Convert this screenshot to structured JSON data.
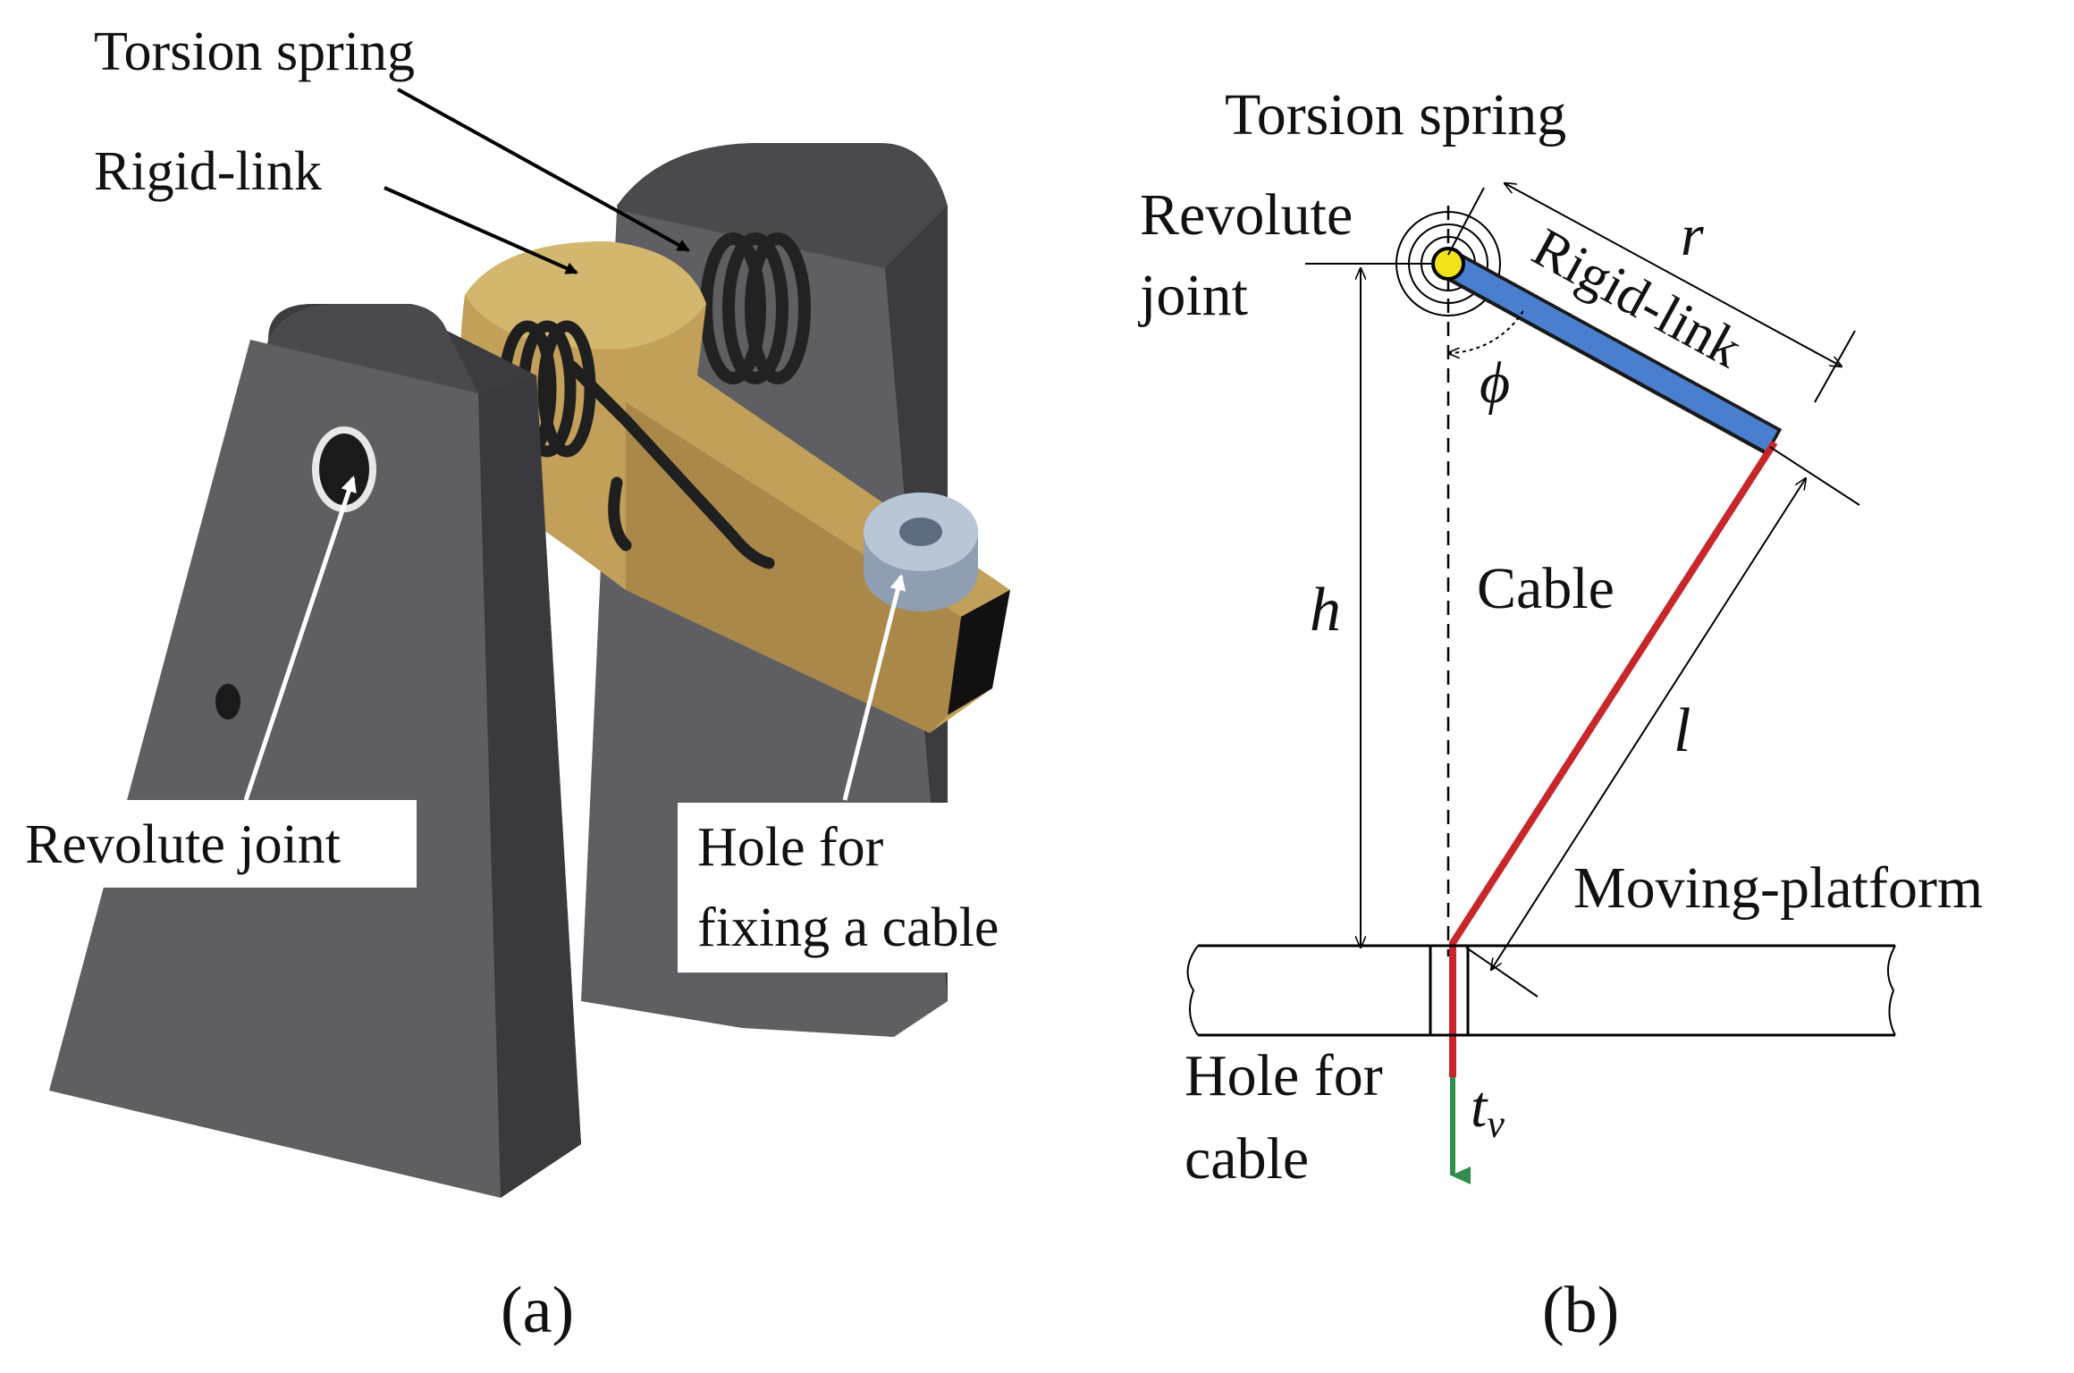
{
  "panel_a": {
    "caption": "(a)",
    "labels": {
      "torsion_spring": "Torsion spring",
      "rigid_link": "Rigid-link",
      "revolute_joint": "Revolute joint",
      "hole_line1": "Hole for",
      "hole_line2": "fixing a cable"
    },
    "colors": {
      "bracket_face": "#5f5f63",
      "bracket_side": "#3c3c40",
      "bracket_top": "#4a4a4e",
      "link": "#c2a05a",
      "spring": "#2a2a2a",
      "fixture": "#a9b7c8"
    }
  },
  "panel_b": {
    "caption": "(b)",
    "labels": {
      "torsion_spring": "Torsion spring",
      "revolute_line1": "Revolute",
      "revolute_line2": "joint",
      "rigid_link": "Rigid-link",
      "cable": "Cable",
      "moving_platform": "Moving-platform",
      "hole_line1": "Hole for",
      "hole_line2": "cable"
    },
    "symbols": {
      "r": "r",
      "phi": "ϕ",
      "h": "h",
      "l": "l",
      "t": "t",
      "t_sub": "v"
    },
    "colors": {
      "rigid_link": "#4a7fd0",
      "cable": "#c8262a",
      "joint": "#f2e21a",
      "force": "#2f8f4a"
    }
  }
}
